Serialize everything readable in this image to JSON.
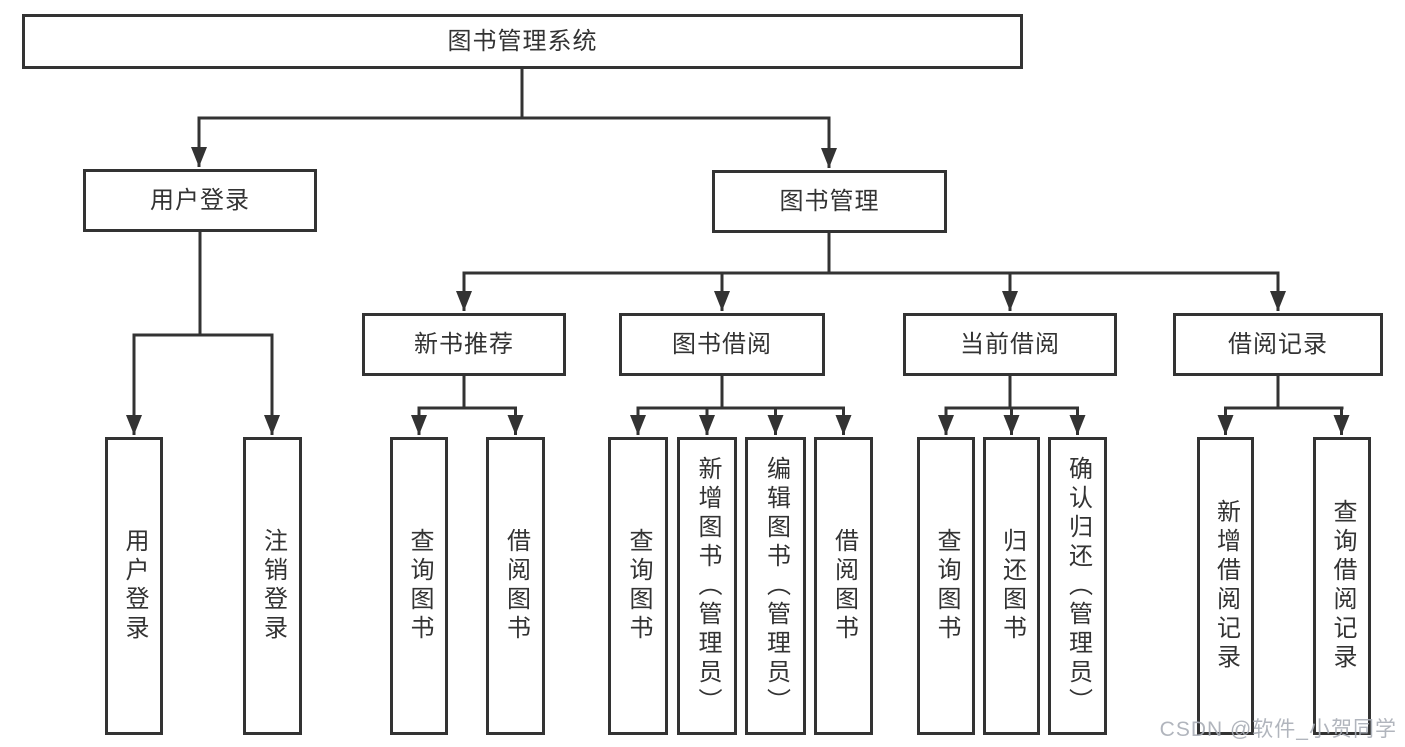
{
  "tree": {
    "label": "图书管理系统",
    "children": [
      {
        "label": "用户登录",
        "children": [
          {
            "label": "用户登录"
          },
          {
            "label": "注销登录"
          }
        ]
      },
      {
        "label": "图书管理",
        "children": [
          {
            "label": "新书推荐",
            "children": [
              {
                "label": "查询图书"
              },
              {
                "label": "借阅图书"
              }
            ]
          },
          {
            "label": "图书借阅",
            "children": [
              {
                "label": "查询图书"
              },
              {
                "label": "新增图书（管理员）"
              },
              {
                "label": "编辑图书（管理员）"
              },
              {
                "label": "借阅图书"
              }
            ]
          },
          {
            "label": "当前借阅",
            "children": [
              {
                "label": "查询图书"
              },
              {
                "label": "归还图书"
              },
              {
                "label": "确认归还（管理员）"
              }
            ]
          },
          {
            "label": "借阅记录",
            "children": [
              {
                "label": "新增借阅记录"
              },
              {
                "label": "查询借阅记录"
              }
            ]
          }
        ]
      }
    ]
  },
  "watermark": {
    "text": "CSDN @软件_小贺同学"
  },
  "colors": {
    "line": "#333333",
    "text": "#333333",
    "watermark": "#a9aeb6",
    "background": "#ffffff"
  }
}
